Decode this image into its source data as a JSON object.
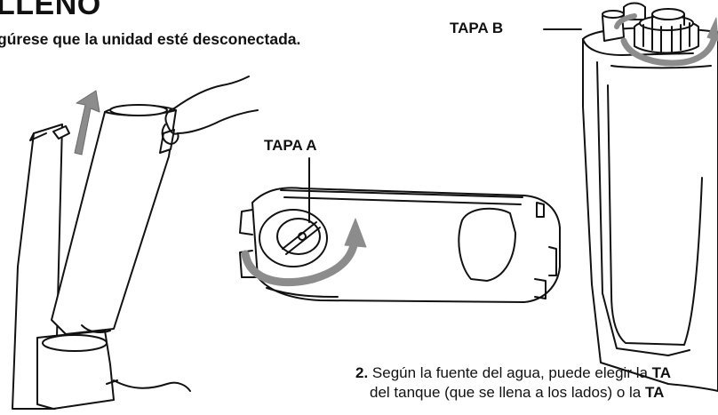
{
  "heading": "LLENO",
  "warning": "gúrese que la unidad esté desconectada.",
  "labels": {
    "tapa_b": "TAPA B",
    "tapa_a": "TAPA A"
  },
  "step2": {
    "number": "2.",
    "line1_text": " Según la fuente del agua, puede elegir la ",
    "line1_bold": "TA",
    "line2_text": "del tanque (que se llena a los lados) o la ",
    "line2_bold": "TA"
  },
  "colors": {
    "ink": "#111111",
    "arrow_gray": "#8c8c8c"
  }
}
